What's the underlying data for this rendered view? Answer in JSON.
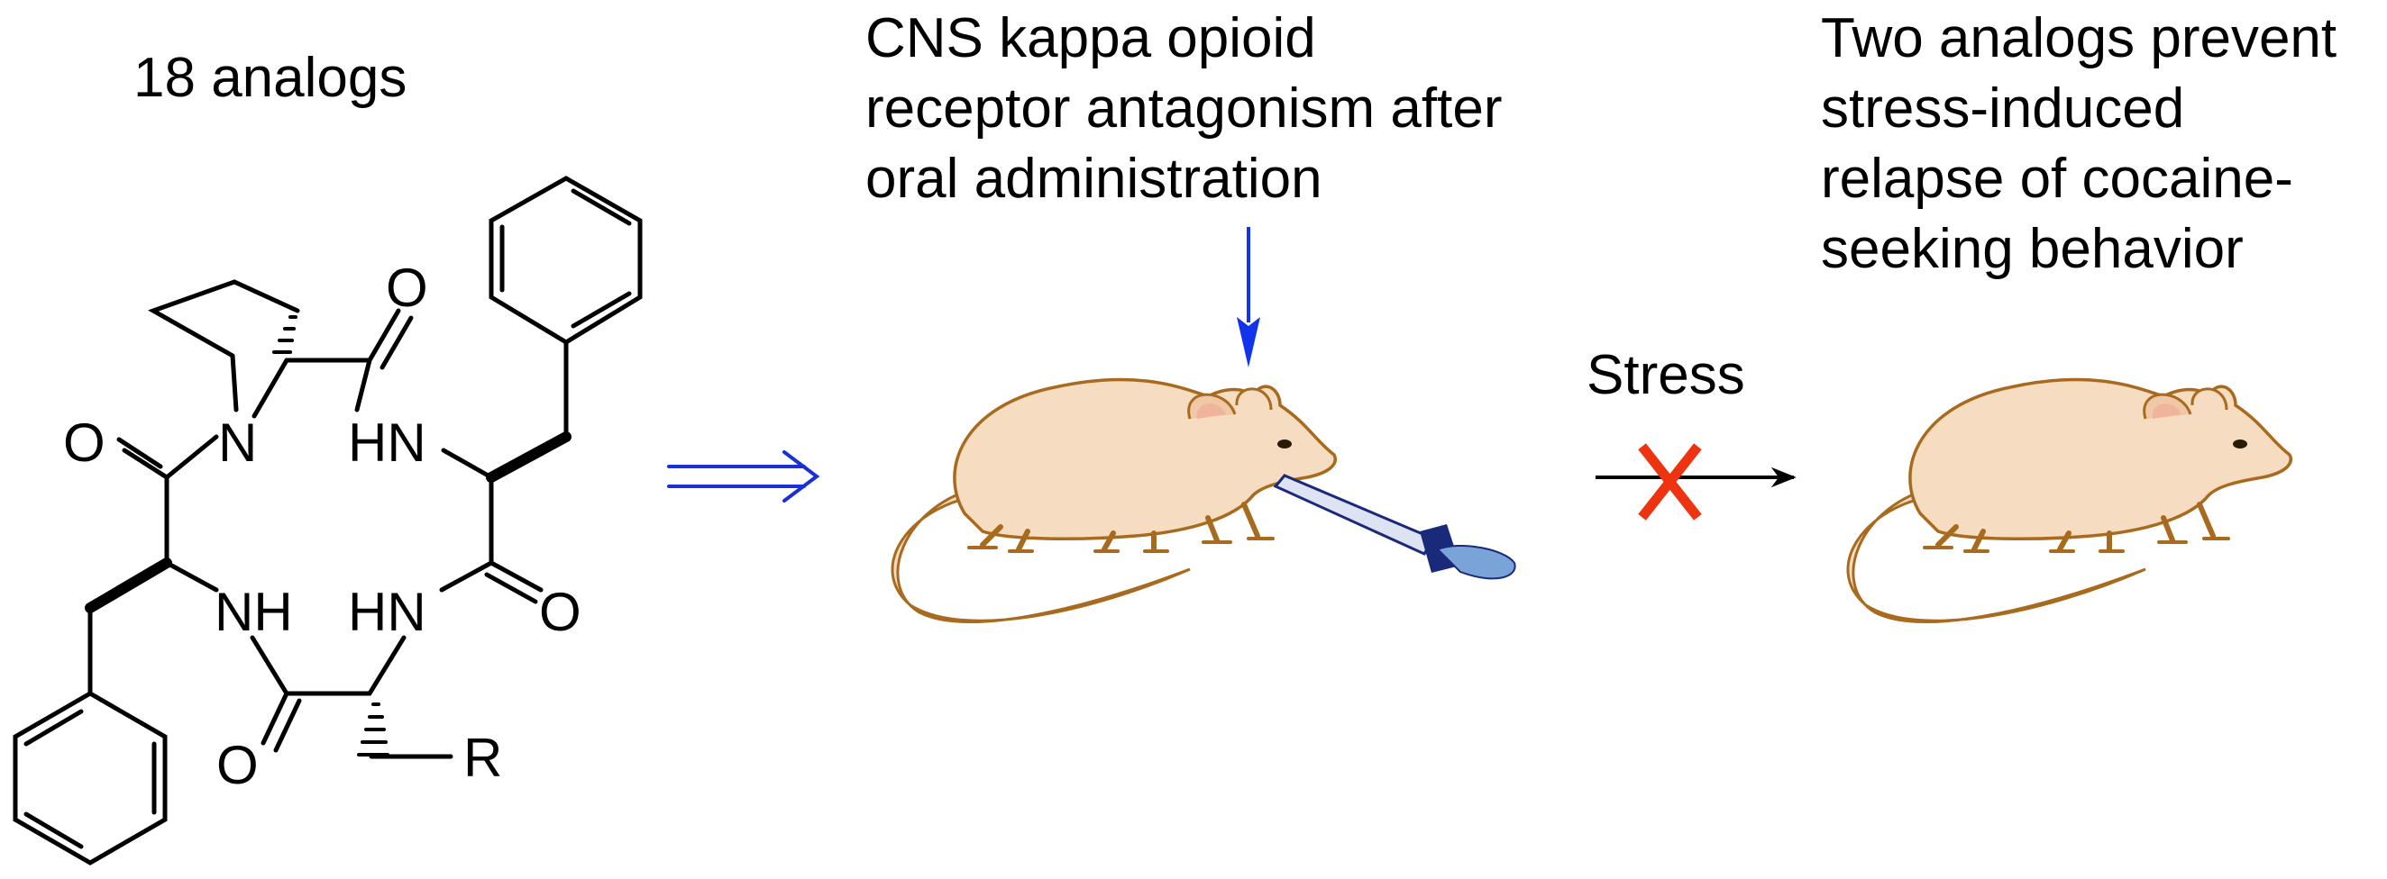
{
  "header": {
    "compound_caption": "18 analogs"
  },
  "step1": {
    "lines": [
      "CNS kappa opioid",
      "receptor antagonism after",
      "oral administration"
    ]
  },
  "step2": {
    "condition": "Stress"
  },
  "step3": {
    "lines": [
      "Two analogs prevent",
      "stress-induced",
      "relapse of cocaine-",
      "seeking behavior"
    ]
  },
  "structure": {
    "atoms": {
      "o_top": "O",
      "n_ring": "N",
      "o_left": "O",
      "hn_right_top": "HN",
      "nh_left": "NH",
      "hn_right_bottom": "HN",
      "o_right": "O",
      "o_bottom": "O",
      "r_group": "R"
    }
  },
  "colors": {
    "reaction_arrow": "#1a2fd6",
    "dosing_arrow": "#1133ee",
    "blocked_x": "#ee3311",
    "mouse_fill": "#f6dcc0",
    "mouse_outline": "#a86a1e",
    "ear_inner": "#f0b49a",
    "dropper_cap": "#1a2a7a"
  },
  "icons": {
    "mouse_treated": "mouse-with-dropper-icon",
    "mouse_result": "mouse-icon",
    "blocked": "x-mark-icon"
  }
}
